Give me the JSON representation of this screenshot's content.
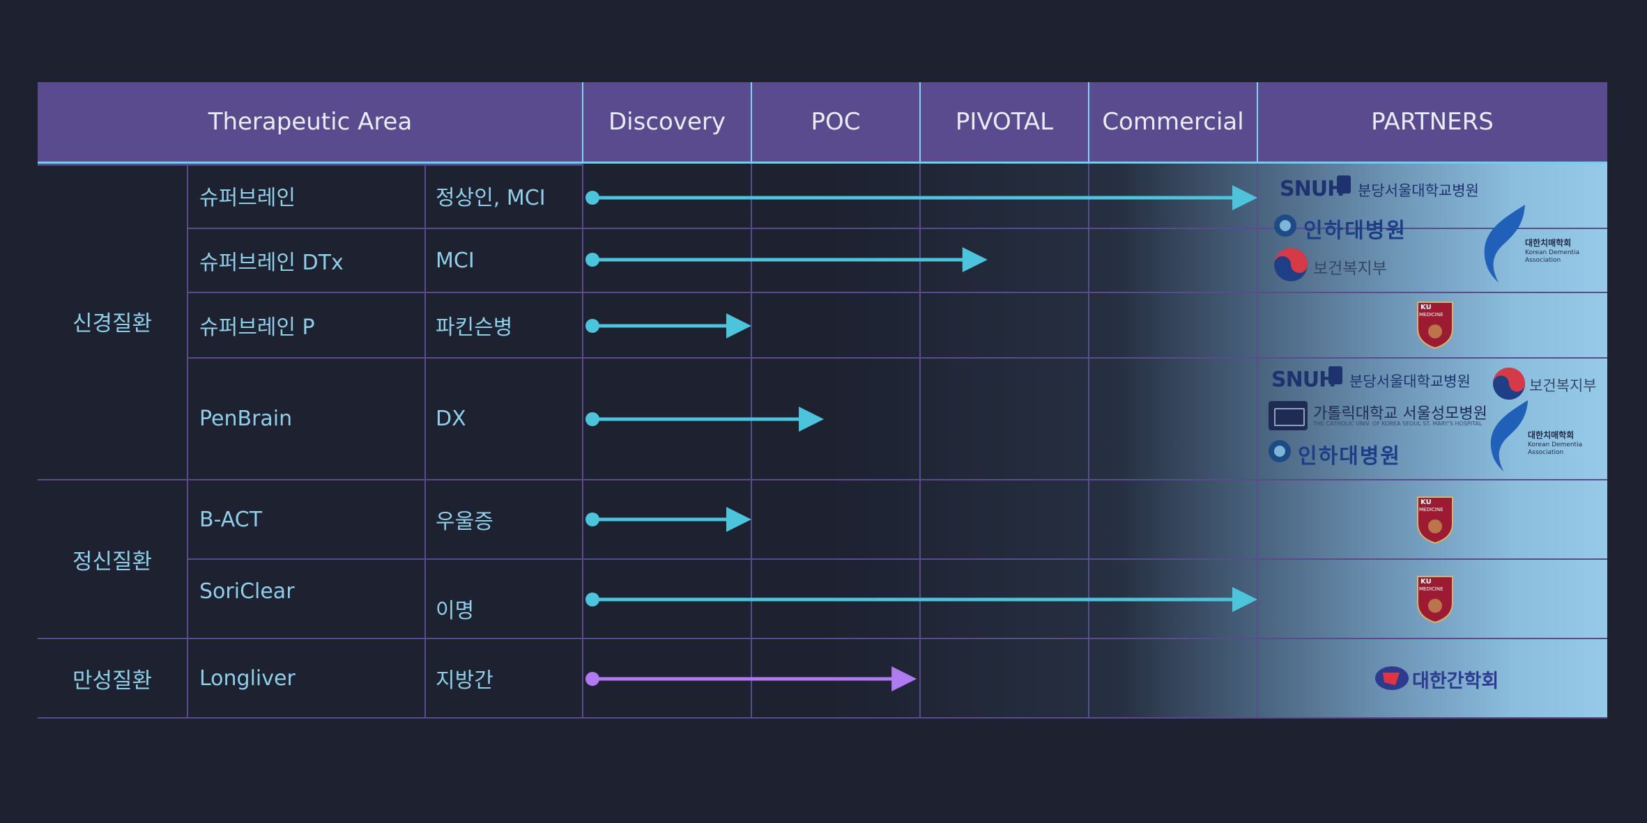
{
  "columns": {
    "therapeutic_area": "Therapeutic Area",
    "discovery": "Discovery",
    "poc": "POC",
    "pivotal": "PIVOTAL",
    "commercial": "Commercial",
    "partners": "PARTNERS"
  },
  "groups": [
    {
      "name": "신경질환"
    },
    {
      "name": "정신질환"
    },
    {
      "name": "만성질환"
    }
  ],
  "rows": [
    {
      "product": "슈퍼브레인",
      "indication": "정상인, MCI",
      "progress_end_stage": 4.0,
      "color": "#4cc4dc"
    },
    {
      "product": "슈퍼브레인 DTx",
      "indication": "MCI",
      "progress_end_stage": 2.4,
      "color": "#4cc4dc"
    },
    {
      "product": "슈퍼브레인 P",
      "indication": "파킨슨병",
      "progress_end_stage": 1.0,
      "color": "#4cc4dc"
    },
    {
      "product": "PenBrain",
      "indication": "DX",
      "progress_end_stage": 1.43,
      "color": "#4cc4dc"
    },
    {
      "product": "B-ACT",
      "indication": "우울증",
      "progress_end_stage": 1.0,
      "color": "#4cc4dc"
    },
    {
      "product": "SoriClear",
      "indication": "이명",
      "progress_end_stage": 4.0,
      "color": "#4cc4dc"
    },
    {
      "product": "Longliver",
      "indication": "지방간",
      "progress_end_stage": 1.98,
      "color": "#b07af0"
    }
  ],
  "partners": {
    "snuh_mark": "SNUH",
    "snuh_name": "분당서울대학교병원",
    "inha_name": "인하대병원",
    "mohw_name": "보건복지부",
    "kda_name": "대한치매학회",
    "kda_english": "Korean Dementia Association",
    "ku_mark": "KU",
    "ku_sub": "MEDICINE",
    "catholic_name": "가톨릭대학교 서울성모병원",
    "catholic_english": "THE CATHOLIC UNIV. OF KOREA SEOUL ST. MARY'S HOSPITAL",
    "kasl_name": "대한간학회"
  },
  "colors": {
    "header": "#5a4a8e",
    "background": "#1d2130",
    "grid": "#5a4a8e",
    "arrow_cyan": "#4cc4dc",
    "arrow_purple": "#b07af0",
    "partners_bg": "#96cae8"
  }
}
